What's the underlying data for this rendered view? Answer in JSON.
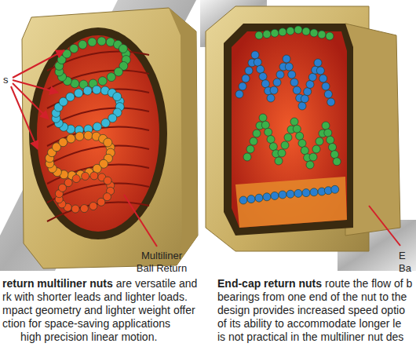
{
  "diagram": {
    "labels": [
      "s",
      "Multiliner Ball Return",
      "E Ba",
      "return multiliner nuts",
      "are versatile and",
      "rk with shorter leads and lighter loads.",
      "mpact geometry and lighter weight offer",
      "ction for space-saving applications",
      "high precision linear motion.",
      "End-cap return nuts",
      "route the flow of b",
      "bearings from one end of the nut to the",
      "design provides increased speed optio",
      "of its ability to accommodate longer le",
      "is not practical in the multiliner nut des"
    ]
  }
}
